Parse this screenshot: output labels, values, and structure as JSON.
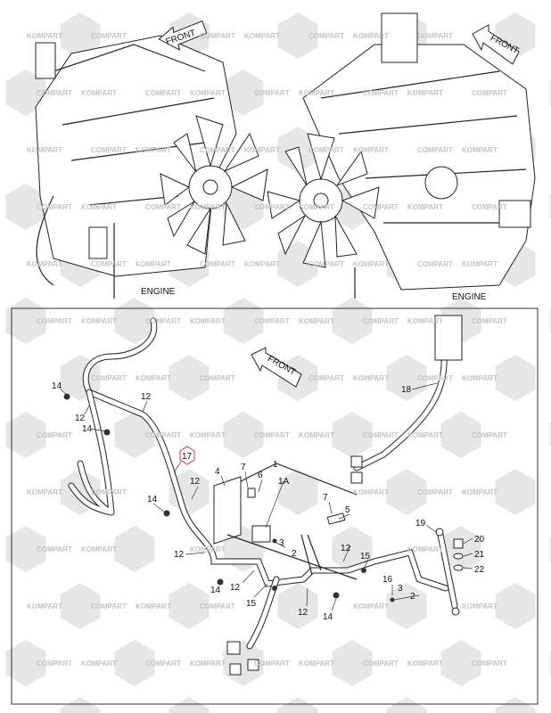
{
  "watermark": {
    "left": "KOMPART",
    "right": "COMPART"
  },
  "top_views": [
    {
      "direction_label": "FRONT",
      "engine_label": "ENGINE"
    },
    {
      "direction_label": "FRONT",
      "engine_label": "ENGINE"
    }
  ],
  "detail": {
    "direction_label": "FRONT",
    "highlight_color": "#d0303a",
    "highlighted_callout": "17",
    "callouts": [
      "14",
      "12",
      "12",
      "14",
      "4",
      "7",
      "6",
      "1",
      "1A",
      "14",
      "12",
      "7",
      "5",
      "3",
      "2",
      "12",
      "14",
      "12",
      "15",
      "12",
      "15",
      "12",
      "14",
      "16",
      "3",
      "2",
      "19",
      "20",
      "21",
      "22",
      "18"
    ]
  }
}
